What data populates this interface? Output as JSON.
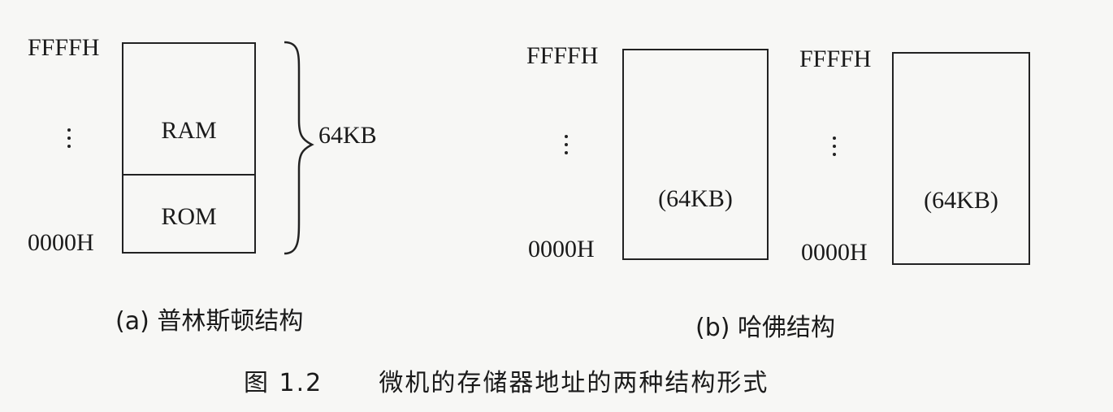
{
  "diagram_a": {
    "top_address": "FFFFH",
    "bottom_address": "0000H",
    "segments": [
      "RAM",
      "ROM"
    ],
    "size_label": "64KB",
    "subcaption": "(a) 普林斯顿结构"
  },
  "diagram_b": {
    "program_memory": {
      "top_address": "FFFFH",
      "bottom_address": "0000H",
      "size_label": "(64KB)"
    },
    "data_memory": {
      "top_address": "FFFFH",
      "bottom_address": "0000H",
      "size_label": "(64KB)"
    },
    "subcaption": "(b) 哈佛结构"
  },
  "figure_caption": {
    "number": "图 1.2",
    "title": "微机的存储器地址的两种结构形式"
  }
}
